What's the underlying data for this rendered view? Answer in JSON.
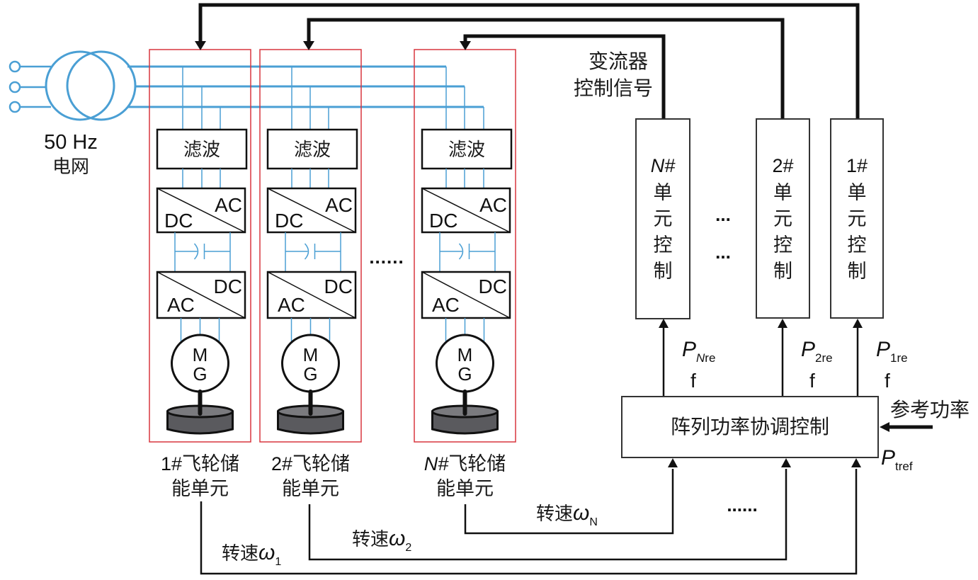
{
  "colors": {
    "grid_line": "#4a9fd4",
    "unit_border": "#d9363e",
    "signal_line": "#111111",
    "flywheel_fill": "#5a5a5e",
    "flywheel_top": "#7a7a7e",
    "box_border": "#111111"
  },
  "grid": {
    "frequency": "50 Hz",
    "label": "电网"
  },
  "converter_signal_label": {
    "line1": "变流器",
    "line2": "控制信号"
  },
  "units": [
    {
      "id": "1",
      "label_line1_prefix": "1#",
      "label_line1_suffix": "飞轮储",
      "label_line2": "能单元",
      "prefix_italic": false,
      "filter": "滤波",
      "rectifier": {
        "top_right": "AC",
        "bottom_left": "DC"
      },
      "inverter": {
        "top_right": "DC",
        "bottom_left": "AC"
      },
      "machine": {
        "top": "M",
        "bottom": "G"
      },
      "speed_label": "转速",
      "speed_symbol": "ω",
      "speed_sub": "1"
    },
    {
      "id": "2",
      "label_line1_prefix": "2#",
      "label_line1_suffix": "飞轮储",
      "label_line2": "能单元",
      "prefix_italic": false,
      "filter": "滤波",
      "rectifier": {
        "top_right": "AC",
        "bottom_left": "DC"
      },
      "inverter": {
        "top_right": "DC",
        "bottom_left": "AC"
      },
      "machine": {
        "top": "M",
        "bottom": "G"
      },
      "speed_label": "转速",
      "speed_symbol": "ω",
      "speed_sub": "2"
    },
    {
      "id": "N",
      "label_line1_prefix": "N#",
      "label_line1_suffix": "飞轮储",
      "label_line2": "能单元",
      "prefix_italic": true,
      "filter": "滤波",
      "rectifier": {
        "top_right": "AC",
        "bottom_left": "DC"
      },
      "inverter": {
        "top_right": "DC",
        "bottom_left": "AC"
      },
      "machine": {
        "top": "M",
        "bottom": "G"
      },
      "speed_label": "转速",
      "speed_symbol": "ω",
      "speed_sub": "N"
    }
  ],
  "unit_ellipsis": "......",
  "controllers": [
    {
      "id": "N",
      "title": "N#",
      "title_italic": true,
      "chars": [
        "单",
        "元",
        "控",
        "制"
      ],
      "power_P": "P",
      "power_sub": "Nre",
      "power_sub_italic_prefix": "N",
      "power_sub_rest": "re",
      "freq": "f"
    },
    {
      "id": "2",
      "title": "2#",
      "title_italic": false,
      "chars": [
        "单",
        "元",
        "控",
        "制"
      ],
      "power_P": "P",
      "power_sub": "2re",
      "power_sub_italic_prefix": "",
      "power_sub_rest": "2re",
      "freq": "f"
    },
    {
      "id": "1",
      "title": "1#",
      "title_italic": false,
      "chars": [
        "单",
        "元",
        "控",
        "制"
      ],
      "power_P": "P",
      "power_sub": "1re",
      "power_sub_italic_prefix": "",
      "power_sub_rest": "1re",
      "freq": "f"
    }
  ],
  "controller_ellipsis": [
    "...",
    "..."
  ],
  "coordinator": {
    "label": "阵列功率协调控制"
  },
  "reference": {
    "label": "参考功率",
    "P": "P",
    "sub": "tref"
  },
  "speed_ellipsis": "......"
}
